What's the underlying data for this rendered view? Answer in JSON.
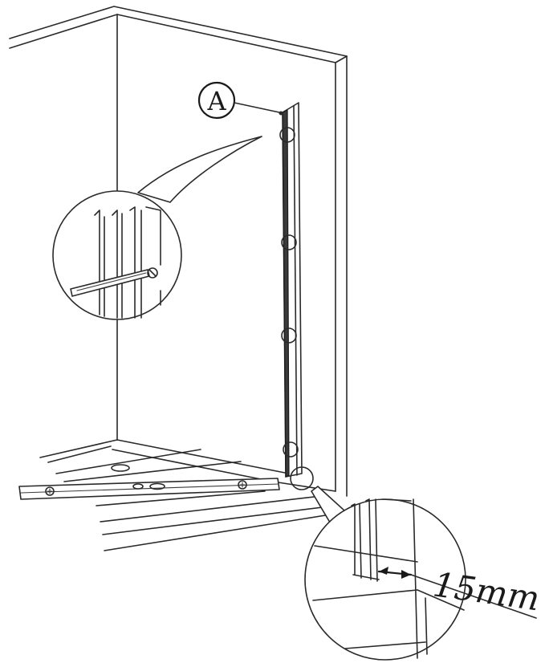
{
  "callout": {
    "label": "A"
  },
  "dimension": {
    "value": "15mm"
  },
  "icons": {
    "main": "shower-screen-installation-diagram",
    "detail_top": "drill-detail-magnifier",
    "detail_bottom": "gap-detail-magnifier",
    "tool": "spirit-level-icon"
  },
  "colors": {
    "ink": "#2a2a2a",
    "paper": "#ffffff"
  }
}
